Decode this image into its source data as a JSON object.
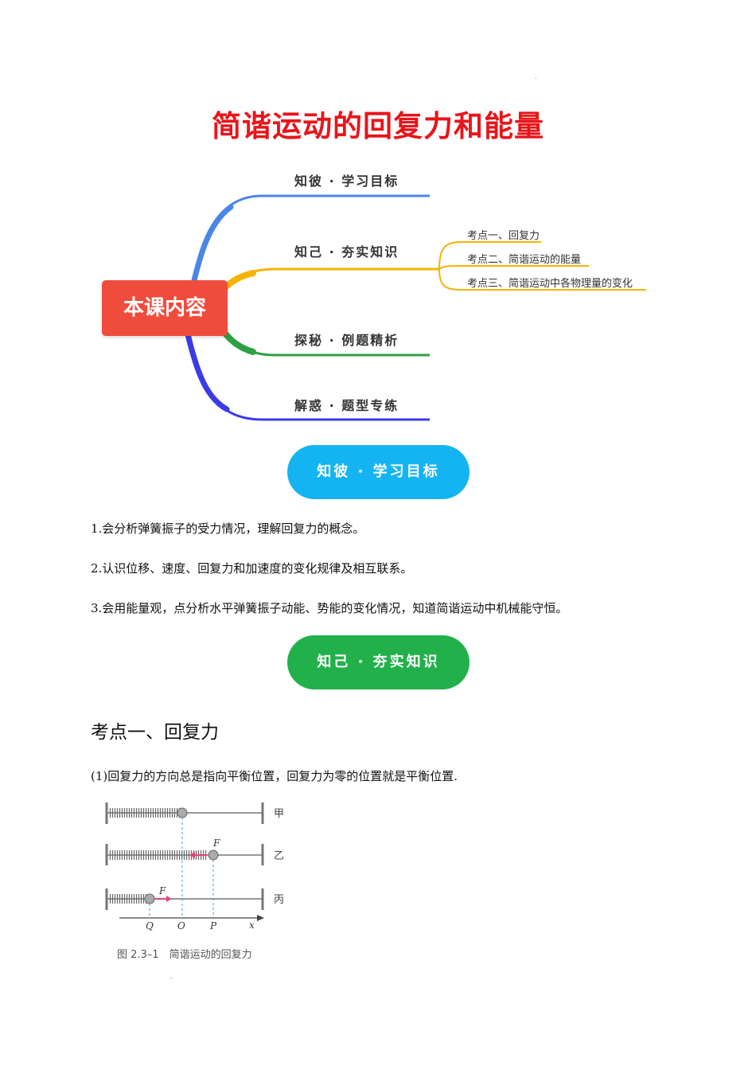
{
  "title": "简谐运动的回复力和能量",
  "mindmap": {
    "center": "本课内容",
    "branches": [
      {
        "label": "知彼 · 学习目标",
        "color": "#4a86e8"
      },
      {
        "label": "知己 · 夯实知识",
        "color": "#f4b400"
      },
      {
        "label": "探秘 · 例题精析",
        "color": "#2ea043"
      },
      {
        "label": "解惑 · 题型专练",
        "color": "#3b3be8"
      }
    ],
    "sub_items": [
      "考点一、回复力",
      "考点二、简谐运动的能量",
      "考点三、简谐运动中各物理量的变化"
    ]
  },
  "section_pills": {
    "goals": "知彼 · 学习目标",
    "knowledge": "知己 · 夯实知识"
  },
  "goals": [
    "1.会分析弹簧振子的受力情况，理解回复力的概念。",
    "2.认识位移、速度、回复力和加速度的变化规律及相互联系。",
    "3.会用能量观，点分析水平弹簧振子动能、势能的变化情况，知道简谐运动中机械能守恒。"
  ],
  "section1": {
    "heading": "考点一、回复力",
    "para1": "(1)回复力的方向总是指向平衡位置，回复力为零的位置就是平衡位置."
  },
  "figure": {
    "row_labels": [
      "甲",
      "乙",
      "丙"
    ],
    "force_label": "F",
    "axis_labels": [
      "Q",
      "O",
      "P",
      "x"
    ],
    "caption": "图 2.3–1　简谐运动的回复力"
  },
  "colors": {
    "title": "#e8151b",
    "center_box": "#f04c3d",
    "pill_blue": "#14b4f2",
    "pill_green": "#22b04b"
  }
}
